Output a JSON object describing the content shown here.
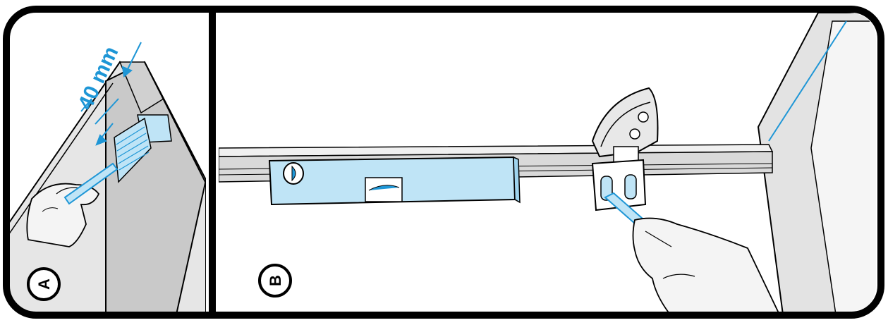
{
  "panel_a": {
    "label": "A",
    "dimension_text": "40 mm"
  },
  "panel_b": {
    "label": "B"
  },
  "colors": {
    "outline": "#000000",
    "accent": "#1e96d6",
    "accent_light": "#bfe4f6",
    "wall": "#dcdcdc",
    "glass": "#f0f0f0",
    "rail": "#d9d9d9"
  },
  "icons": [
    "measure-arrow-icon",
    "glue-tube-icon",
    "hand-icon",
    "screw-icon"
  ]
}
